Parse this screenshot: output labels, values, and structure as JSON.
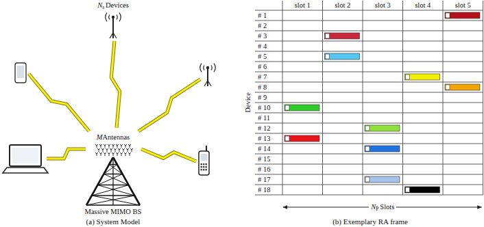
{
  "diagram": {
    "labels": [
      "N",
      "s",
      "Devices",
      "M",
      "Antennas",
      "Massive MIMO BS",
      "(a) System Model",
      "slot 1",
      "slot 2",
      "slot 3",
      "slot 4",
      "slot 5",
      "# 1",
      "# 2",
      "# 3",
      "# 4",
      "# 5",
      "# 6",
      "# 7",
      "# 8",
      "# 9",
      "# 10",
      "# 11",
      "# 12",
      "# 13",
      "# 14",
      "# 15",
      "# 16",
      "# 17",
      "# 18",
      "Device",
      "N",
      "P",
      "Slots",
      "(b) Exemplary RA frame"
    ]
  }
}
